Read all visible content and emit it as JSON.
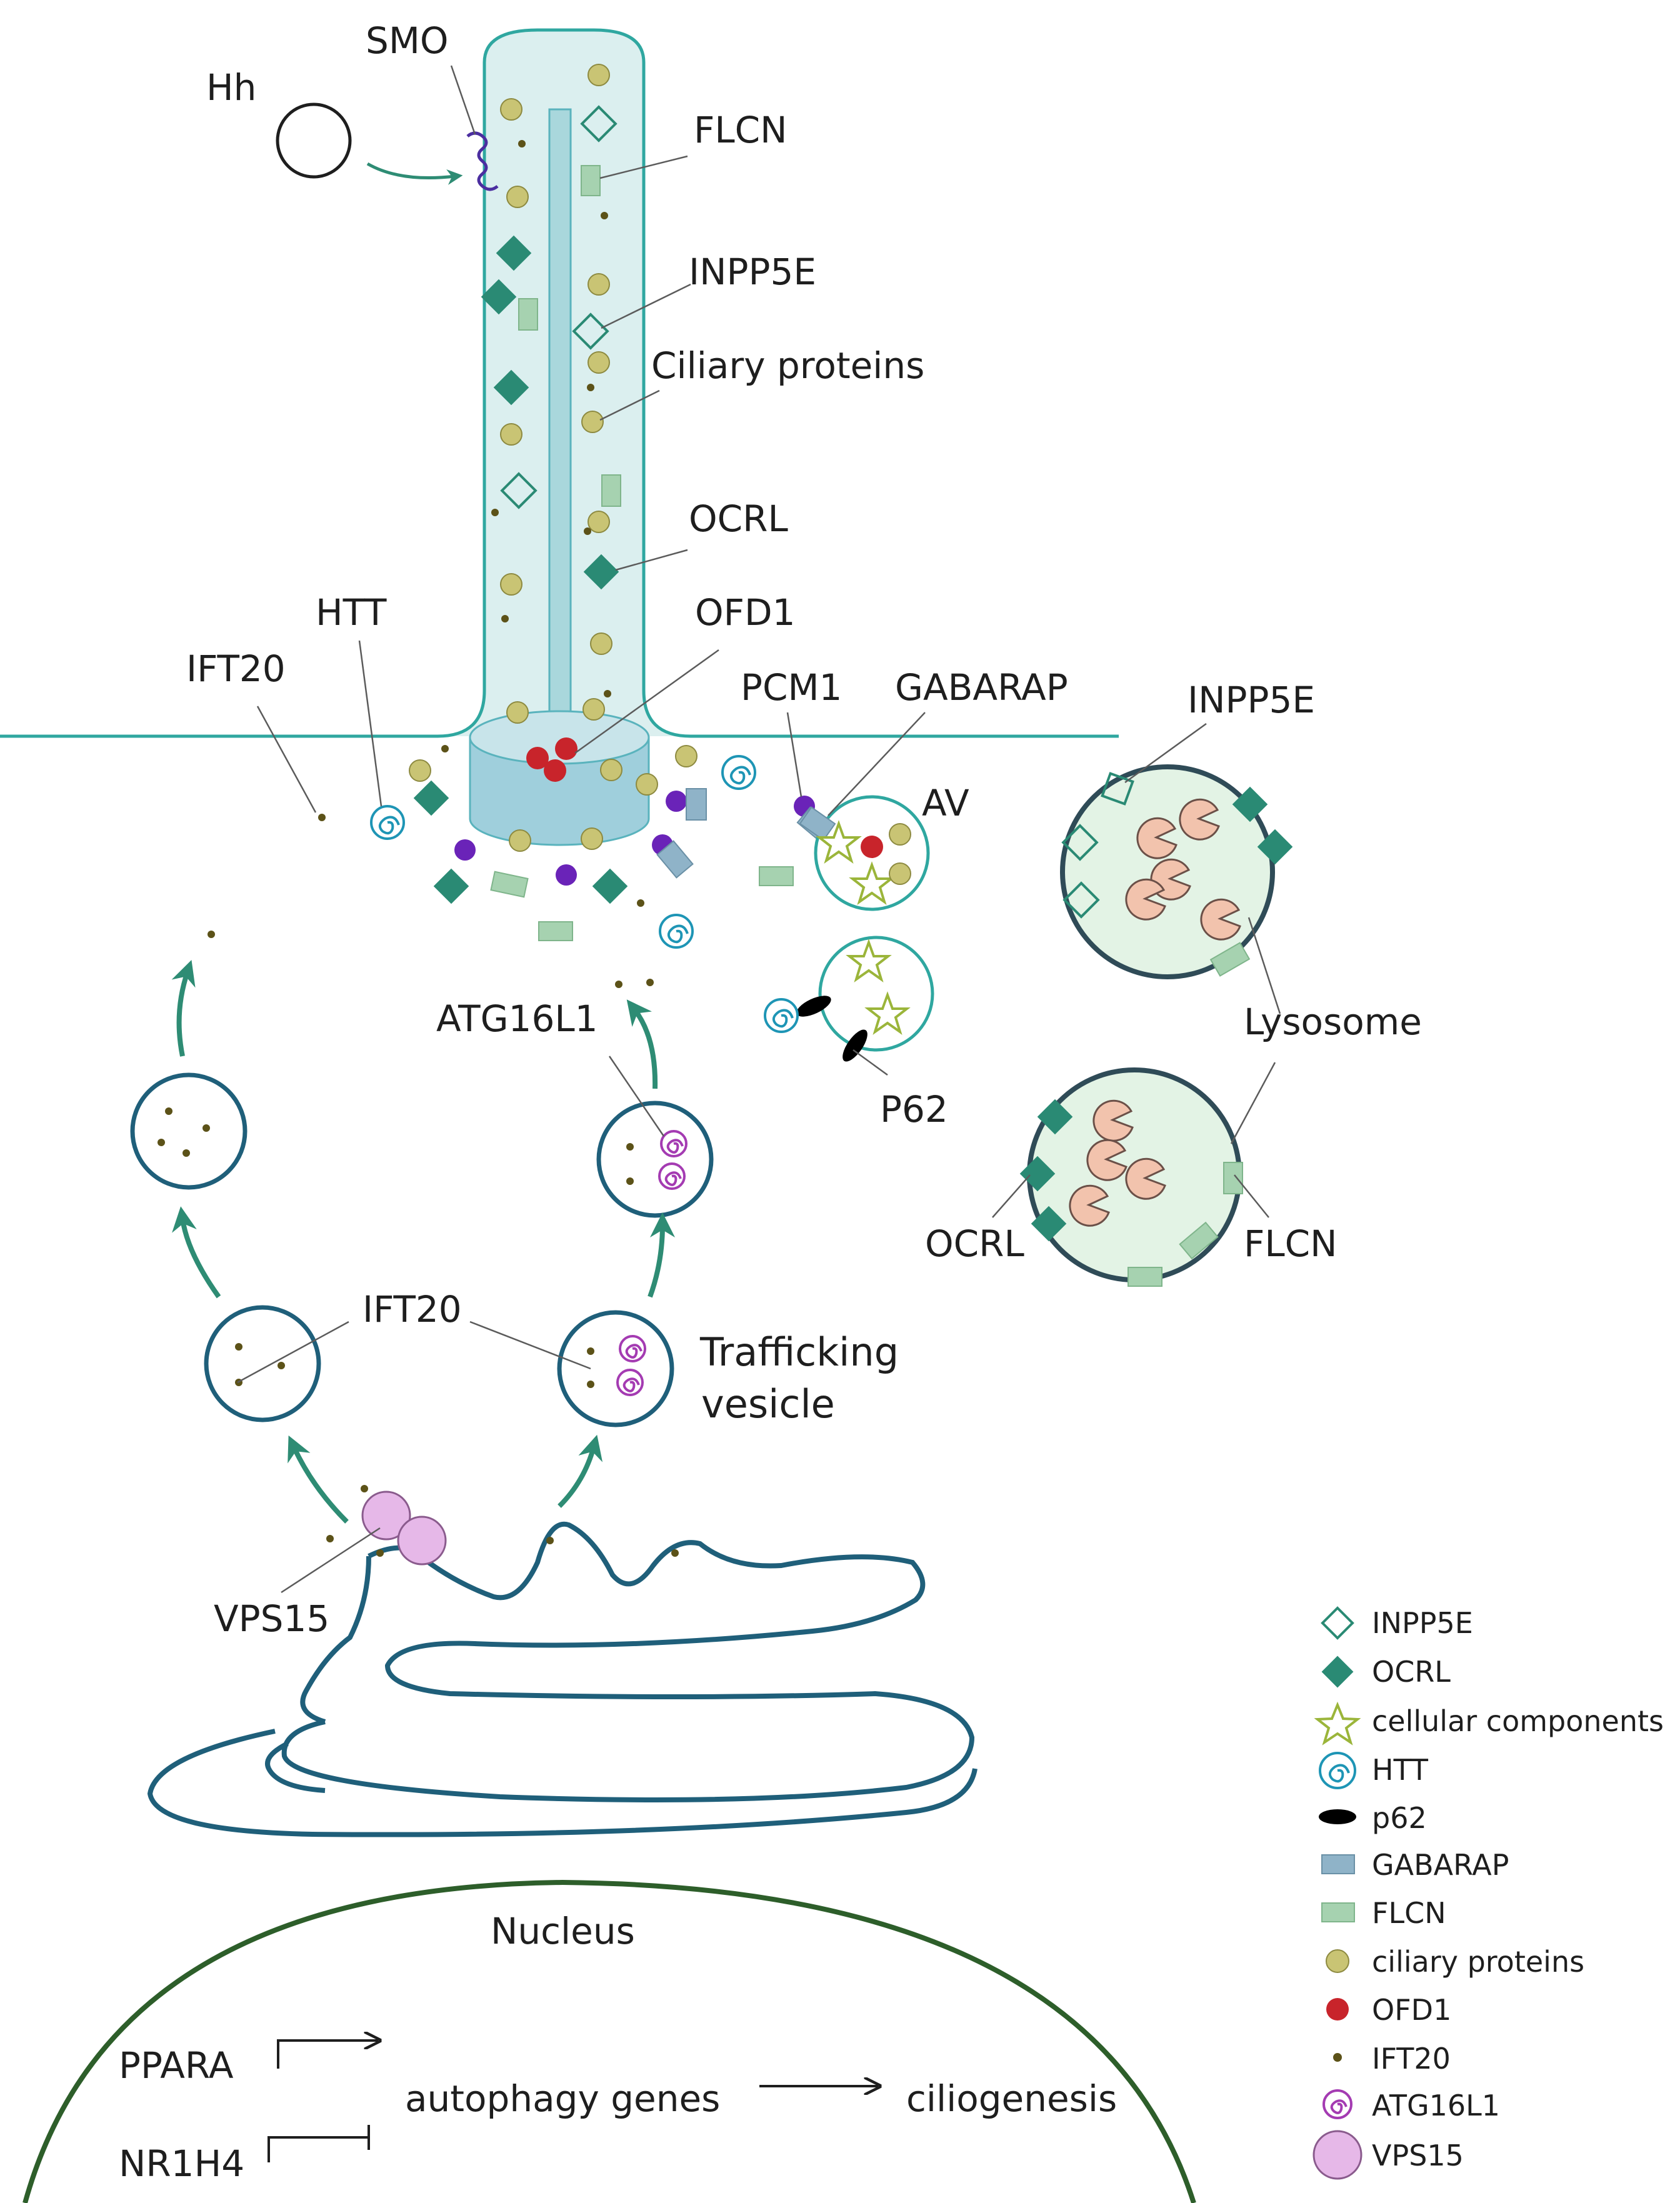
{
  "colors": {
    "cilium_fill": "#dbefef",
    "cilium_stroke": "#2fa7a0",
    "axoneme": "#a9d7dc",
    "membrane": "#1f5f7a",
    "arrow": "#2e8c74",
    "ocrl": "#2a8a74",
    "inpp5e": "#2a8a74",
    "ciliary": "#c9c474",
    "ofd1": "#c8242b",
    "ift20": "#5c5218",
    "htt": "#1e95b5",
    "atg16l1": "#a43bb2",
    "vps15": "#e6b8e8",
    "gabarap": "#8fb3c8",
    "flcn": "#a6d2b0",
    "lysosome_fill": "#e3f3e5",
    "lysosome_stroke": "#2f4b57",
    "enzyme": "#f2c3ad",
    "nucleus": "#2d5e2a",
    "purple": "#6a23b8",
    "star": "#9bb53a"
  },
  "labels": {
    "hh": "Hh",
    "smo": "SMO",
    "flcn_top": "FLCN",
    "inpp5e_top": "INPP5E",
    "ciliary_proteins": "Ciliary proteins",
    "ocrl_top": "OCRL",
    "ofd1": "OFD1",
    "htt": "HTT",
    "ift20_top": "IFT20",
    "pcm1": "PCM1",
    "gabarap": "GABARAP",
    "av": "AV",
    "inpp5e_lyso": "INPP5E",
    "lysosome": "Lysosome",
    "atg16l1": "ATG16L1",
    "p62": "P62",
    "ocrl_lyso": "OCRL",
    "flcn_lyso": "FLCN",
    "ift20_mid": "IFT20",
    "trafficking_1": "Trafficking",
    "trafficking_2": "vesicle",
    "vps15": "VPS15",
    "nucleus": "Nucleus",
    "ppara": "PPARA",
    "nr1h4": "NR1H4",
    "autophagy_genes": "autophagy genes",
    "ciliogenesis": "ciliogenesis"
  },
  "legend": [
    {
      "label": "INPP5E",
      "icon": "hollow-diamond-icon"
    },
    {
      "label": "OCRL",
      "icon": "filled-diamond-icon"
    },
    {
      "label": "cellular components",
      "icon": "star-icon"
    },
    {
      "label": "HTT",
      "icon": "spiral-icon"
    },
    {
      "label": "p62",
      "icon": "ellipse-icon"
    },
    {
      "label": "GABARAP",
      "icon": "blue-rect-icon"
    },
    {
      "label": "FLCN",
      "icon": "green-rect-icon"
    },
    {
      "label": "ciliary proteins",
      "icon": "yellow-dot-icon"
    },
    {
      "label": "OFD1",
      "icon": "red-dot-icon"
    },
    {
      "label": "IFT20",
      "icon": "small-dot-icon"
    },
    {
      "label": "ATG16L1",
      "icon": "purple-spiral-icon"
    },
    {
      "label": "VPS15",
      "icon": "pink-circle-icon"
    }
  ]
}
